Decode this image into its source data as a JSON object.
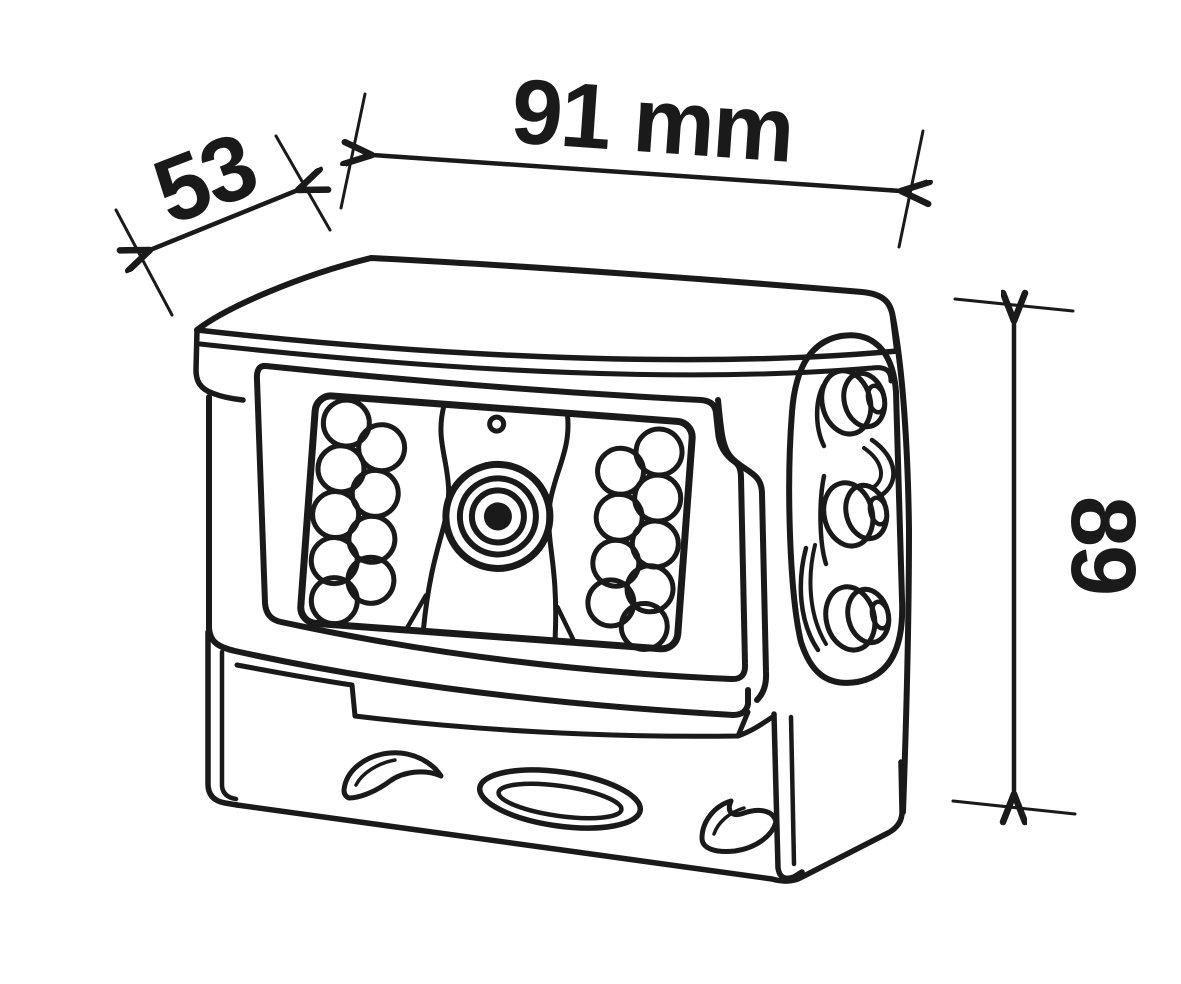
{
  "figure": {
    "type": "technical dimensional line drawing",
    "subject": "rear-view camera with IR LED ring, sun visor, side connectors and mounting bracket",
    "unit": "mm",
    "line_color": "#1a1a1a",
    "background_color": "#ffffff",
    "dimensions": {
      "width": {
        "label": "91 mm",
        "value": 91
      },
      "depth": {
        "label": "53",
        "value": 53
      },
      "height": {
        "label": "89",
        "value": 89
      }
    },
    "features": {
      "ir_led_count": 18,
      "side_connector_count": 3,
      "bracket_slot_count": 3
    }
  }
}
